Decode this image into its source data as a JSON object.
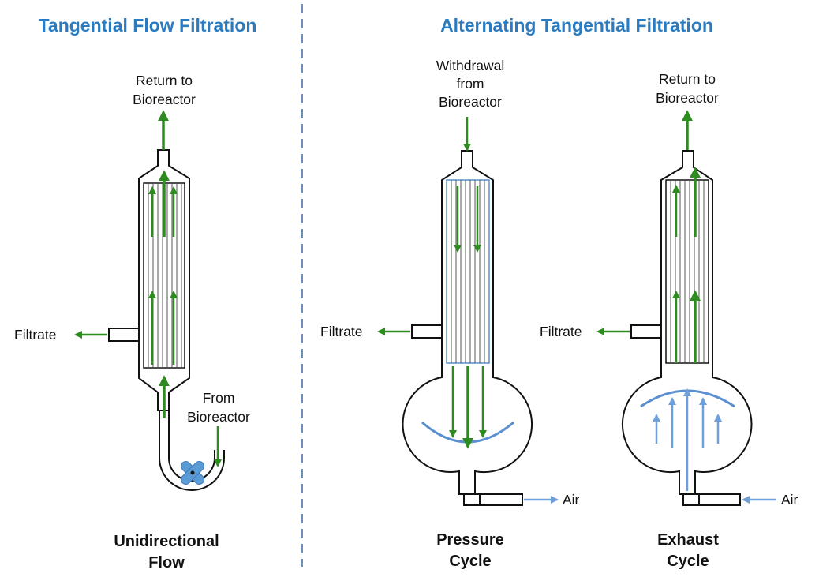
{
  "titles": {
    "left": "Tangential Flow Filtration",
    "right": "Alternating Tangential Filtration"
  },
  "tff": {
    "return_line1": "Return to",
    "return_line2": "Bioreactor",
    "filtrate": "Filtrate",
    "from_line1": "From",
    "from_line2": "Bioreactor",
    "caption_line1": "Unidirectional",
    "caption_line2": "Flow"
  },
  "pressure": {
    "withdrawal_line1": "Withdrawal",
    "withdrawal_line2": "from",
    "withdrawal_line3": "Bioreactor",
    "filtrate": "Filtrate",
    "air": "Air",
    "caption_line1": "Pressure",
    "caption_line2": "Cycle"
  },
  "exhaust": {
    "return_line1": "Return to",
    "return_line2": "Bioreactor",
    "filtrate": "Filtrate",
    "air": "Air",
    "caption_line1": "Exhaust",
    "caption_line2": "Cycle"
  },
  "colors": {
    "title_blue": "#2a7bc0",
    "flow_green": "#2e8b1f",
    "air_blue": "#6f9fd8",
    "pump_blue": "#5b9bd5"
  },
  "icons": {
    "pump": "impeller-pump-icon"
  }
}
